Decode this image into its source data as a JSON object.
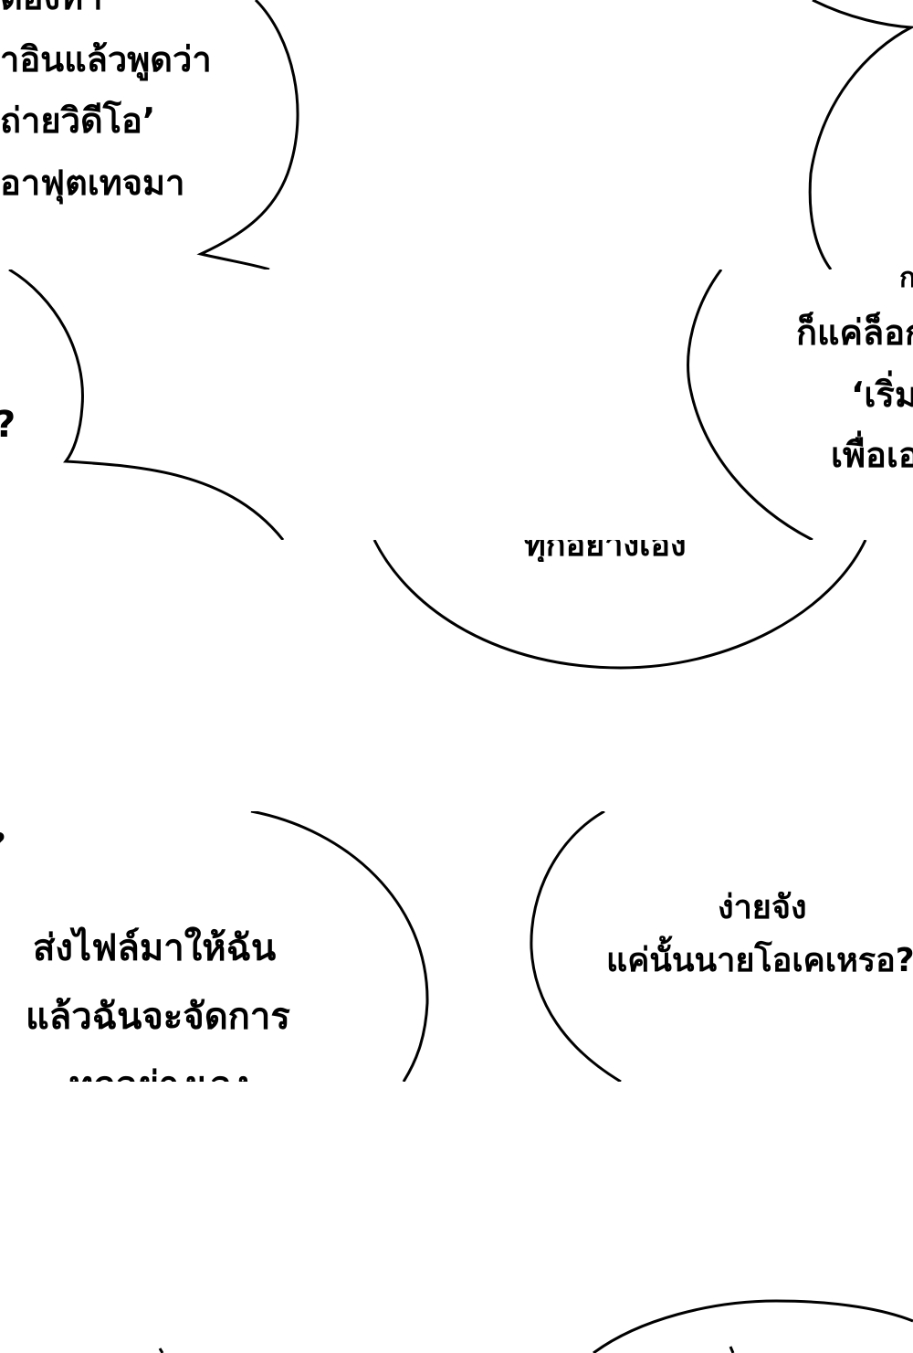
{
  "panel1": {
    "left_bubble_lines": [
      "ต้องทำ",
      "าอินแล้วพูดว่า",
      "ถ่ายวิดีโอ’",
      "อาฟุตเทจมา"
    ]
  },
  "panel2": {
    "left_fragment": "?",
    "center_fragment": "ทุกอย่างเอง",
    "right_bubble_lines": [
      "ก็แค่ล็อก",
      "‘เริ่ม",
      "เพื่อเอ"
    ],
    "right_top_fragment": "ก"
  },
  "panel3": {
    "left_fragment": "?",
    "center_bubble_lines": [
      "ส่งไฟล์มาให้ฉัน",
      "แล้วฉันจะจัดการ",
      "ทุกอย่างเอง"
    ],
    "right_bubble_lines": [
      "ง่ายจัง",
      "แค่นั้นนายโอเคเหรอ?"
    ]
  },
  "colors": {
    "background": "#ffffff",
    "ink": "#000000"
  }
}
